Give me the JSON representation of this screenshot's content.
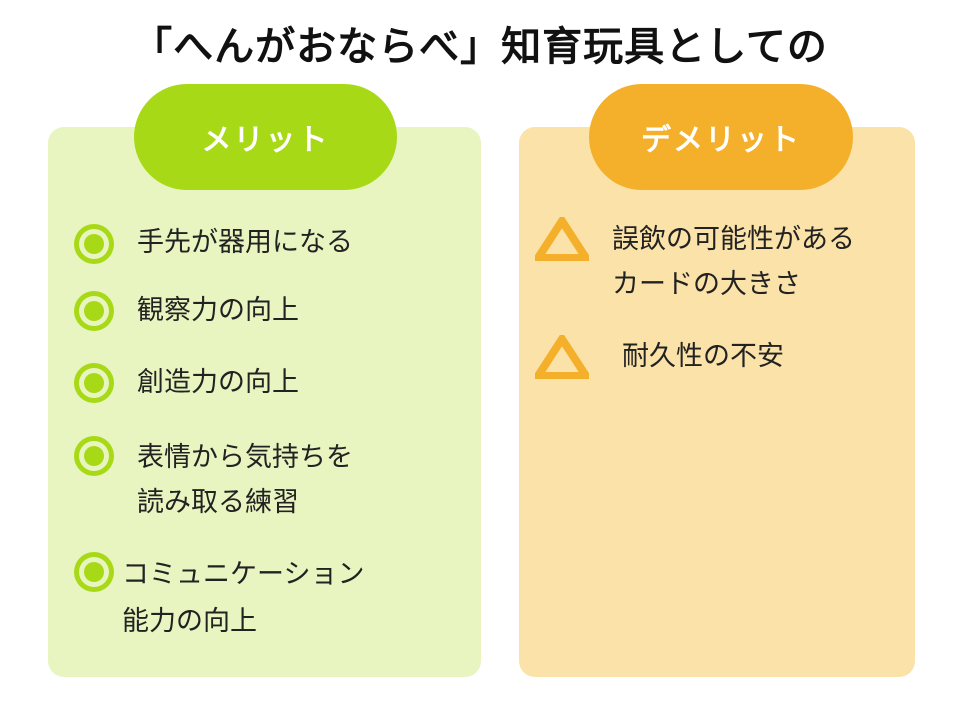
{
  "title": "「へんがおならべ」知育玩具としての",
  "merit": {
    "label": "メリット",
    "icon": "double-circle-icon",
    "icon_color": "#a8d916",
    "panel_color": "#e8f5c0",
    "items": [
      {
        "lines": [
          "手先が器用になる"
        ]
      },
      {
        "lines": [
          "観察力の向上"
        ]
      },
      {
        "lines": [
          "創造力の向上"
        ]
      },
      {
        "lines": [
          "表情から気持ちを",
          "読み取る練習"
        ]
      },
      {
        "lines": [
          "コミュニケーション",
          "能力の向上"
        ]
      }
    ]
  },
  "demerit": {
    "label": "デメリット",
    "icon": "triangle-icon",
    "icon_color": "#f4b02a",
    "panel_color": "#fae2a8",
    "items": [
      {
        "lines": [
          "誤飲の可能性がある",
          "カードの大きさ"
        ]
      },
      {
        "lines": [
          "耐久性の不安"
        ]
      }
    ]
  }
}
